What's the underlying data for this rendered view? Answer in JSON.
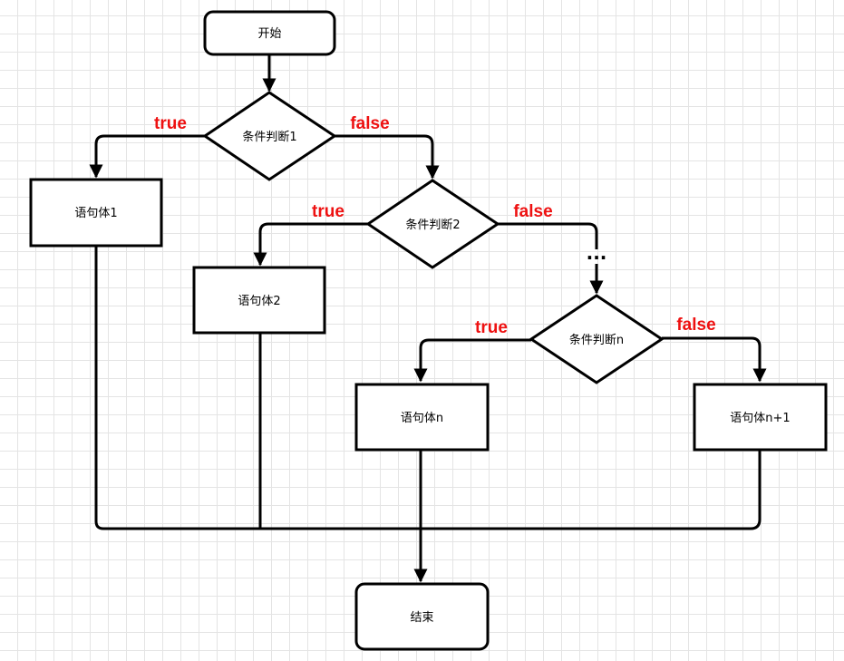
{
  "nodes": {
    "start": "开始",
    "cond1": "条件判断1",
    "cond2": "条件判断2",
    "condn": "条件判断n",
    "body1": "语句体1",
    "body2": "语句体2",
    "bodyn": "语句体n",
    "bodyn1": "语句体n+1",
    "end": "结束"
  },
  "edge_labels": {
    "cond1_true": "true",
    "cond1_false": "false",
    "cond2_true": "true",
    "cond2_false": "false",
    "condn_true": "true",
    "condn_false": "false"
  },
  "ellipsis": "..."
}
